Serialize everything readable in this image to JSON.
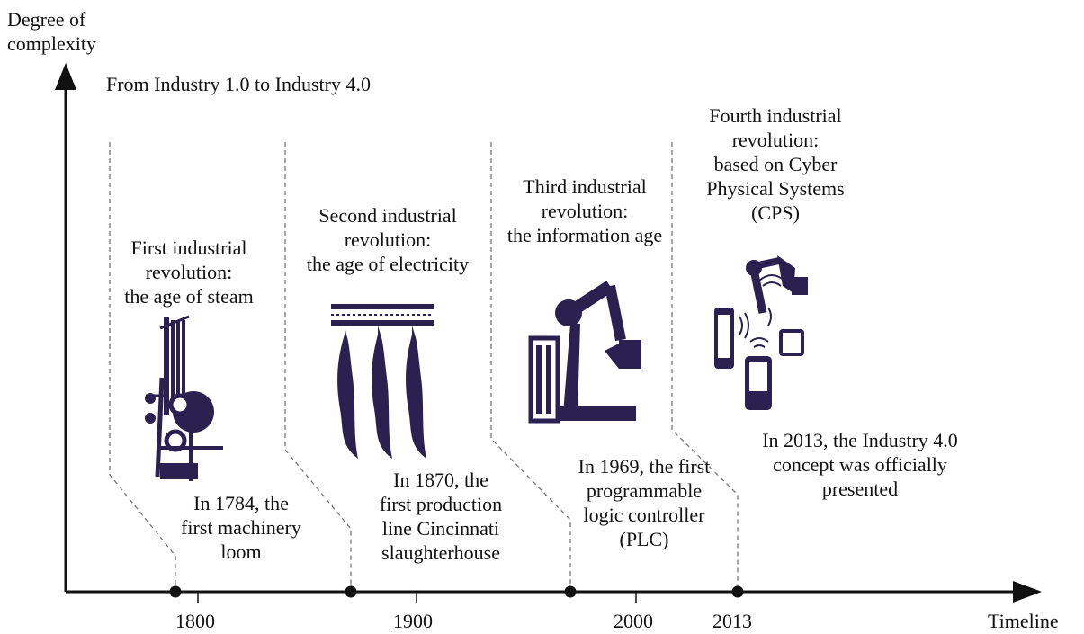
{
  "axes": {
    "y_label_lines": [
      "Degree of",
      "complexity"
    ],
    "x_label": "Timeline",
    "title": "From Industry 1.0 to Industry 4.0"
  },
  "ticks": [
    "1800",
    "1900",
    "2000",
    "2013"
  ],
  "revolutions": [
    {
      "heading": [
        "First industrial",
        "revolution:",
        "the age of steam"
      ],
      "event": [
        "In 1784, the",
        "first machinery",
        "loom"
      ],
      "icon": "loom-icon"
    },
    {
      "heading": [
        "Second industrial",
        "revolution:",
        "the age of electricity"
      ],
      "event": [
        "In 1870, the",
        "first production",
        "line Cincinnati",
        "slaughterhouse"
      ],
      "icon": "slaughterhouse-line-icon"
    },
    {
      "heading": [
        "Third industrial",
        "revolution:",
        "the information age"
      ],
      "event": [
        "In 1969, the first",
        "programmable",
        "logic controller",
        "(PLC)"
      ],
      "icon": "robot-arm-icon"
    },
    {
      "heading": [
        "Fourth industrial",
        "revolution:",
        "based on Cyber",
        "Physical Systems",
        "(CPS)"
      ],
      "event": [
        "In 2013, the Industry 4.0",
        "concept was officially",
        "presented"
      ],
      "icon": "cps-devices-icon"
    }
  ],
  "colors": {
    "ink": "#111111",
    "icon": "#2b2150",
    "dash": "#777777"
  }
}
